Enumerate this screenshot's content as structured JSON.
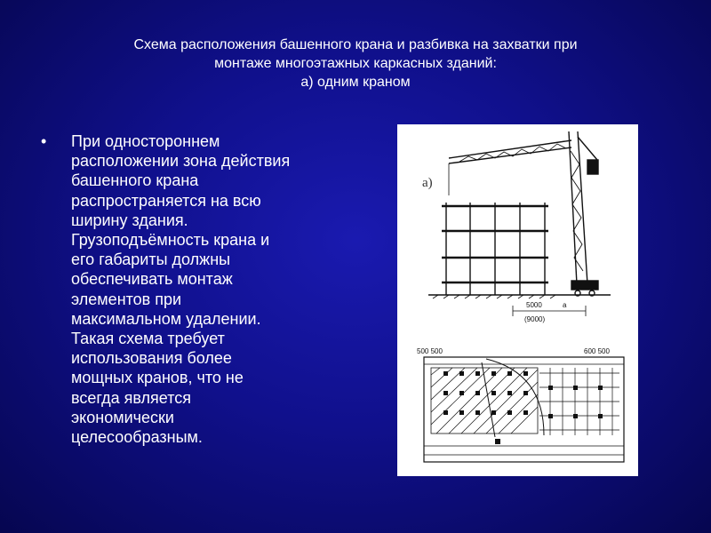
{
  "slide": {
    "title_lines": [
      "Схема расположения башенного крана и разбивка на захватки при",
      "монтаже многоэтажных каркасных зданий:",
      "а) одним краном"
    ],
    "bullet_text": "При одностороннем\nрасположении зона действия\nбашенного крана\nраспространяется на всю\nширину здания.\nГрузоподъёмность крана и\nего габариты должны\nобеспечивать монтаж\nэлементов при\nмаксимальном удалении.\nТакая схема требует\nиспользования более\nмощных кранов, что не\nвсегда является\nэкономически\nцелесообразным.",
    "bullet_symbol": "•"
  },
  "figure": {
    "label": "а)",
    "dims_top": [
      "5000",
      "a"
    ],
    "dims_top_sub": "(9000)",
    "dims_plan_left": "500  500",
    "dims_plan_right": "600  500"
  },
  "colors": {
    "background": "#10108c",
    "text": "#ffffff",
    "figure_bg": "#ffffff",
    "drawing_ink": "#111111"
  }
}
